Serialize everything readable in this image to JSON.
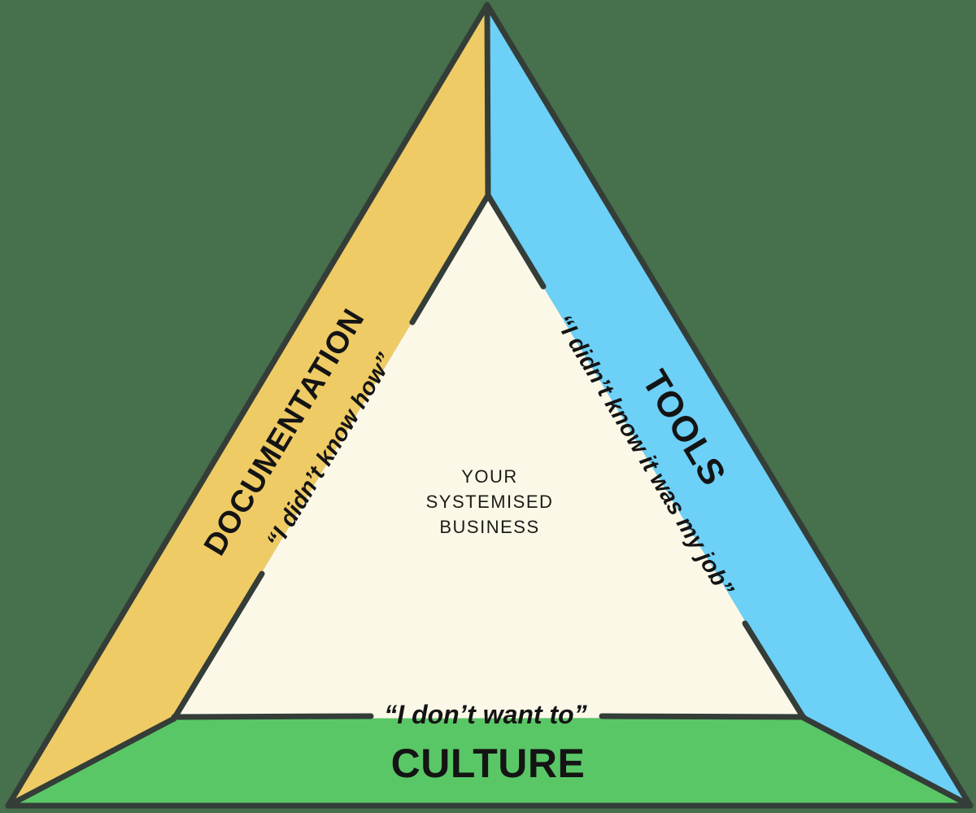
{
  "title": "Systemised business triangle diagram",
  "colors": {
    "background": "#47704d",
    "documentation_band": "#efcb65",
    "tools_band": "#6cd0f7",
    "culture_band": "#5ac766",
    "center_fill": "#fbf8e8",
    "outline": "#343d37",
    "text": "#141414"
  },
  "diagram": {
    "sides": [
      {
        "id": "documentation",
        "position": "left",
        "label": "DOCUMENTATION",
        "quote": "“I didn’t know how”"
      },
      {
        "id": "tools",
        "position": "right",
        "label": "TOOLS",
        "quote": "“I didn’t know it was my job”"
      },
      {
        "id": "culture",
        "position": "bottom",
        "label": "CULTURE",
        "quote": "“I don’t want to”"
      }
    ],
    "center": {
      "lines": [
        "YOUR",
        "SYSTEMISED",
        "BUSINESS"
      ]
    }
  }
}
